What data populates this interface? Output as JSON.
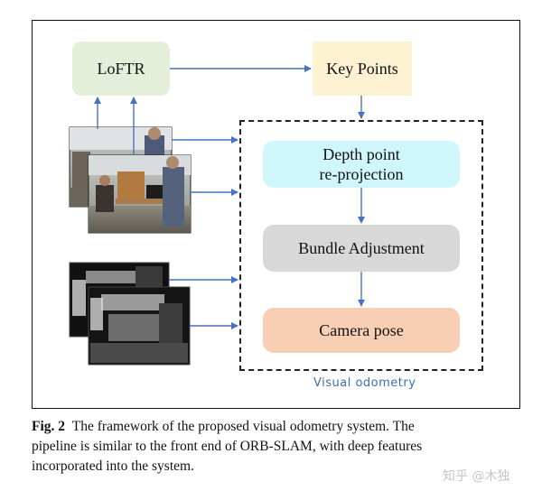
{
  "diagram": {
    "loftr_label": "LoFTR",
    "keypoints_label": "Key Points",
    "depth_label_line1": "Depth point",
    "depth_label_line2": "re-projection",
    "bundle_label": "Bundle Adjustment",
    "camera_label": "Camera pose",
    "vo_label": "Visual odometry"
  },
  "caption": {
    "fig_label": "Fig. 2",
    "text_line1": "The framework of the proposed visual odometry system. The",
    "text_line2": "pipeline is similar to the front end of ORB-SLAM, with deep features",
    "text_line3": "incorporated into the system."
  },
  "watermark": "知乎 @木独",
  "colors": {
    "arrow": "#4472c4",
    "loftr_fill": "#e3efd9",
    "keypoints_fill": "#fdf3d3",
    "depth_fill": "#cff7fb",
    "bundle_fill": "#d8d8d8",
    "camera_fill": "#f8cfb4"
  }
}
